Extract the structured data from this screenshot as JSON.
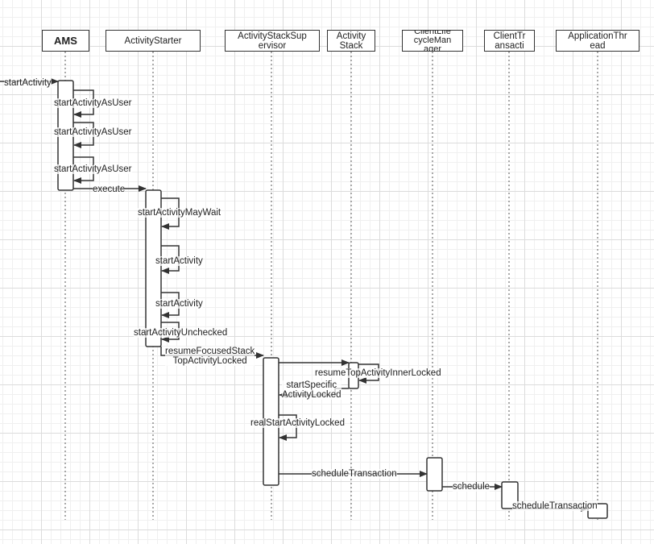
{
  "lifelines": [
    {
      "id": "ams",
      "label": "AMS"
    },
    {
      "id": "starter",
      "label": "ActivityStarter"
    },
    {
      "id": "supervisor",
      "label": "ActivityStackSup\nervisor"
    },
    {
      "id": "stack",
      "label": "Activity\nStack"
    },
    {
      "id": "lifecycle",
      "label": "ClientLife\ncycleMan\nager"
    },
    {
      "id": "transaction",
      "label": "ClientTr\nansacti"
    },
    {
      "id": "appthread",
      "label": "ApplicationThr\nead"
    }
  ],
  "messages": {
    "m1": "startActivity",
    "m2": "startActivityAsUser",
    "m3": "startActivityAsUser",
    "m4": "startActivityAsUser",
    "m5": "execute",
    "m6": "startActivityMayWait",
    "m7": "startActivity",
    "m8": "startActivity",
    "m9": "startActivityUnchecked",
    "m10": "resumeFocusedStack\nTopActivityLocked",
    "m11": "resumeTopActivityInnerLocked",
    "m12": "startSpecific\nActivityLocked",
    "m13": "realStartActivityLocked",
    "m14": "scheduleTransaction",
    "m15": "schedule",
    "m16": "scheduleTransaction"
  },
  "colors": {
    "line": "#333333",
    "box_border": "#333333",
    "activation_fill": "#ffffff"
  }
}
